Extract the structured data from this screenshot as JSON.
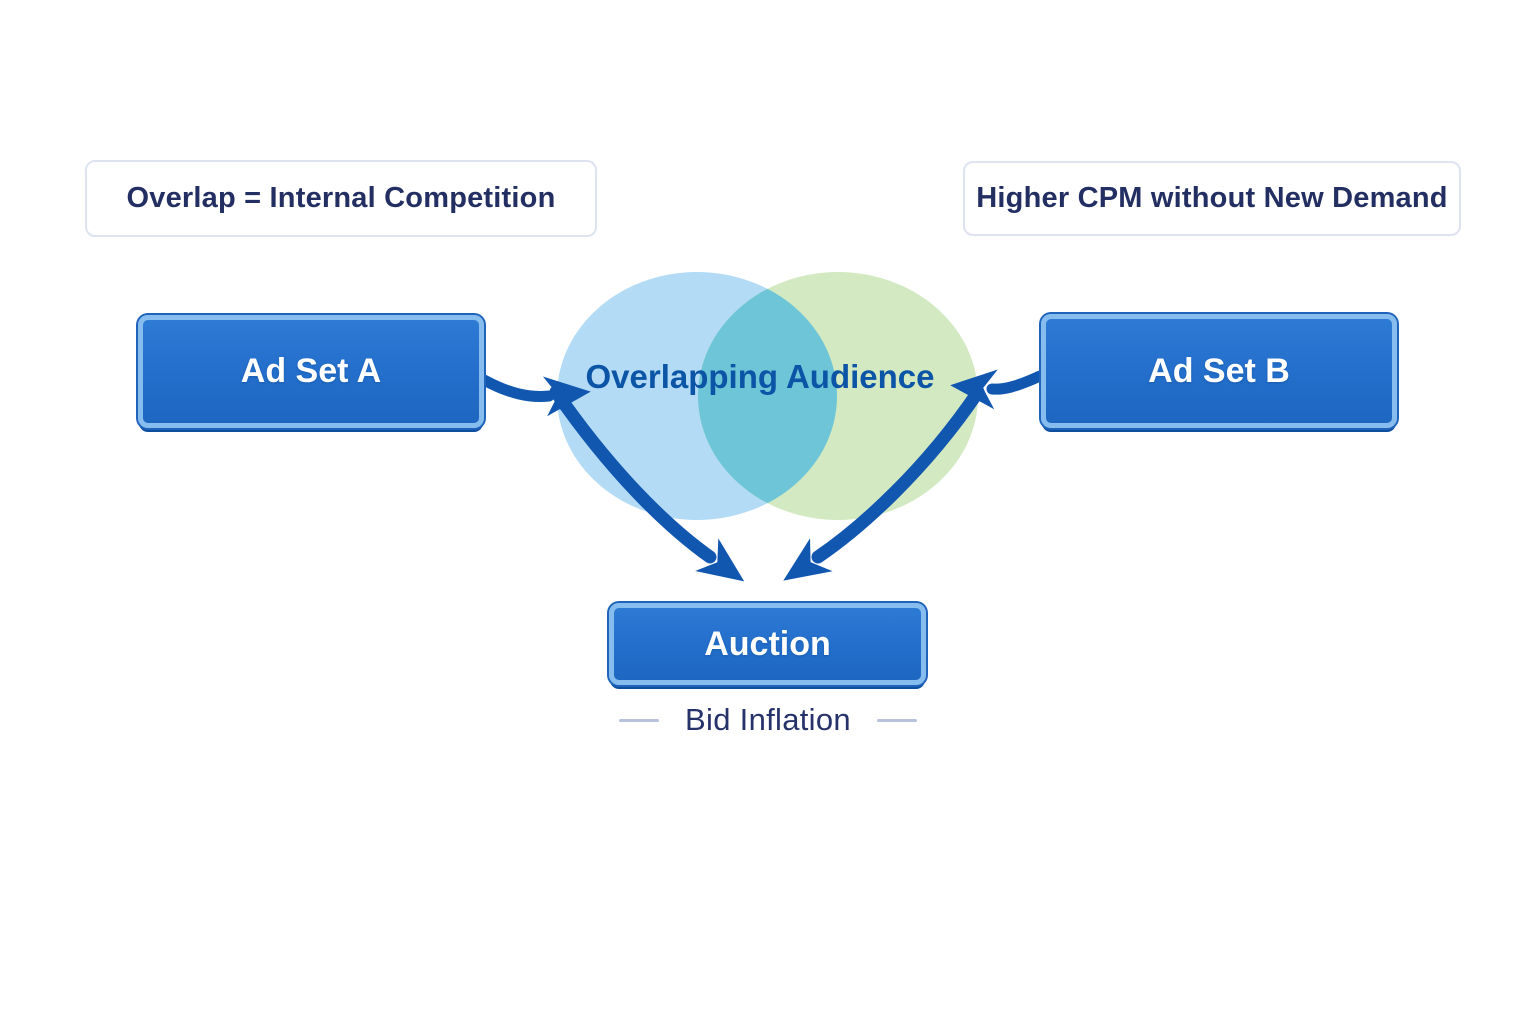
{
  "diagram": {
    "callout_left": "Overlap = Internal Competition",
    "callout_right": "Higher CPM without New Demand",
    "node_a_label": "Ad Set A",
    "node_b_label": "Ad Set B",
    "auction_label": "Auction",
    "overlap_label": "Overlapping Audience",
    "caption": "Bid Inflation"
  },
  "colors": {
    "venn_left": "#b3dbf5",
    "venn_right": "#d2e9c2",
    "venn_overlap": "#6ec5d8",
    "arrow": "#1157b0",
    "node_fill": "#2470cc",
    "node_inner_ring": "#86bcee",
    "node_shadow": "#0d4e9e",
    "callout_border": "#dde3f0",
    "heading_text": "#232f63",
    "overlap_text": "#0c55a6",
    "caption_text": "#26336a",
    "dash": "#b9c2dc",
    "background": "#ffffff"
  }
}
